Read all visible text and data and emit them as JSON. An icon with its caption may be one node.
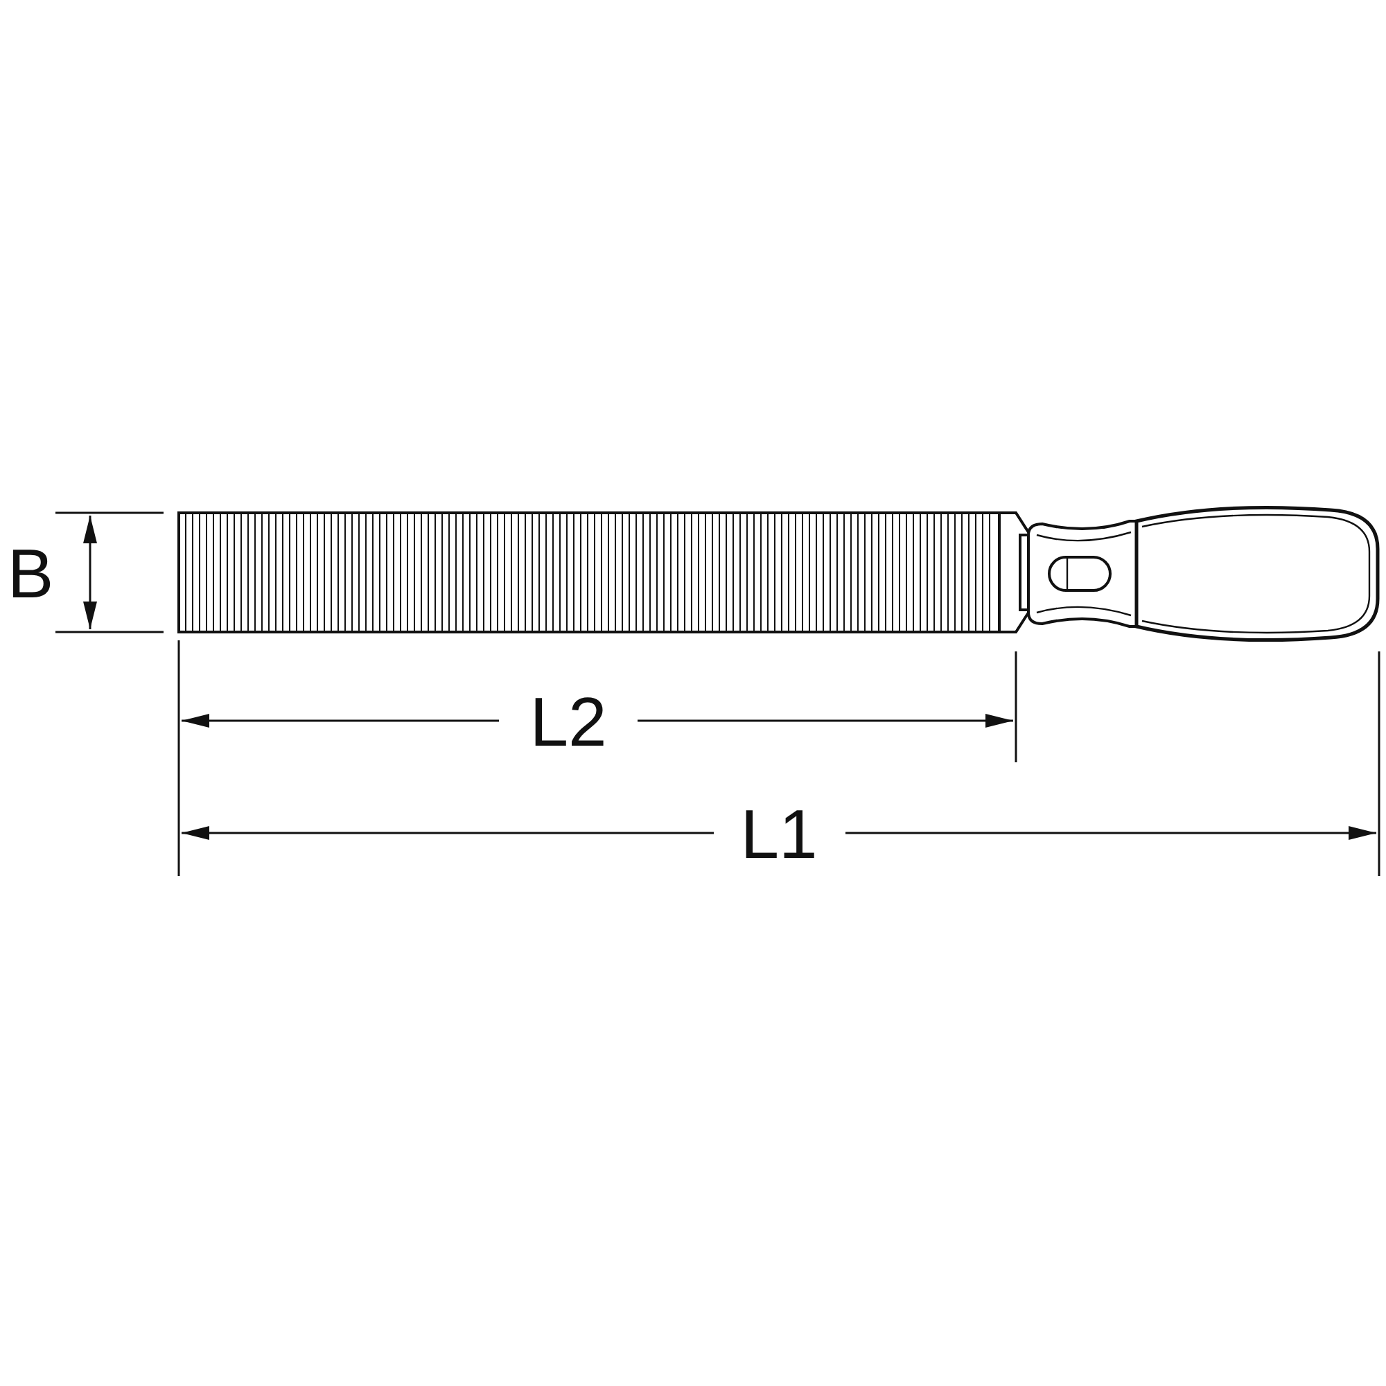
{
  "diagram": {
    "labels": [
      "B",
      "L2",
      "L1"
    ]
  }
}
